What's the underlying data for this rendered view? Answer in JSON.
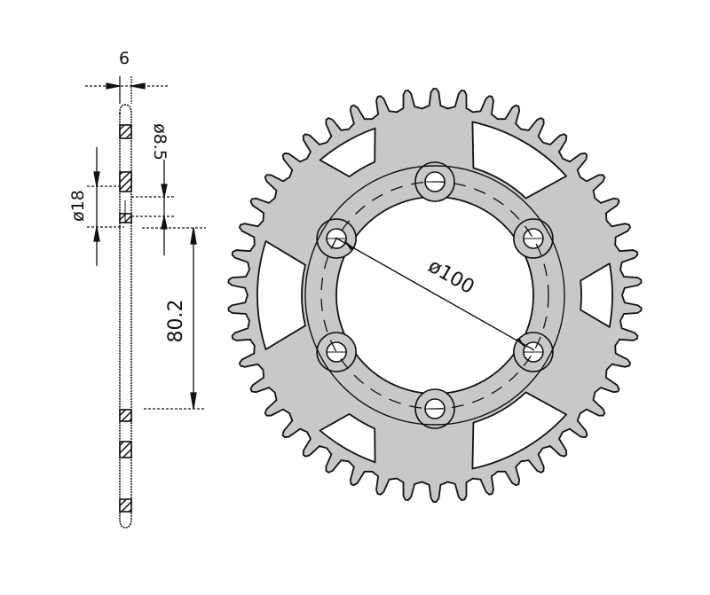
{
  "drawing": {
    "type": "rear sprocket technical drawing",
    "colors": {
      "background": "#ffffff",
      "sprocket_fill": "#c8c8c8",
      "line": "#111111"
    },
    "side_view": {
      "thickness_label": "6",
      "hub_diameter_label": "ø18",
      "bolt_hole_label": "ø8.5",
      "center_offset_label": "80.2"
    },
    "front_view": {
      "pcd_label": "ø100",
      "teeth_count": 46,
      "bolt_holes": 6,
      "lightening_cutouts": 6
    }
  }
}
